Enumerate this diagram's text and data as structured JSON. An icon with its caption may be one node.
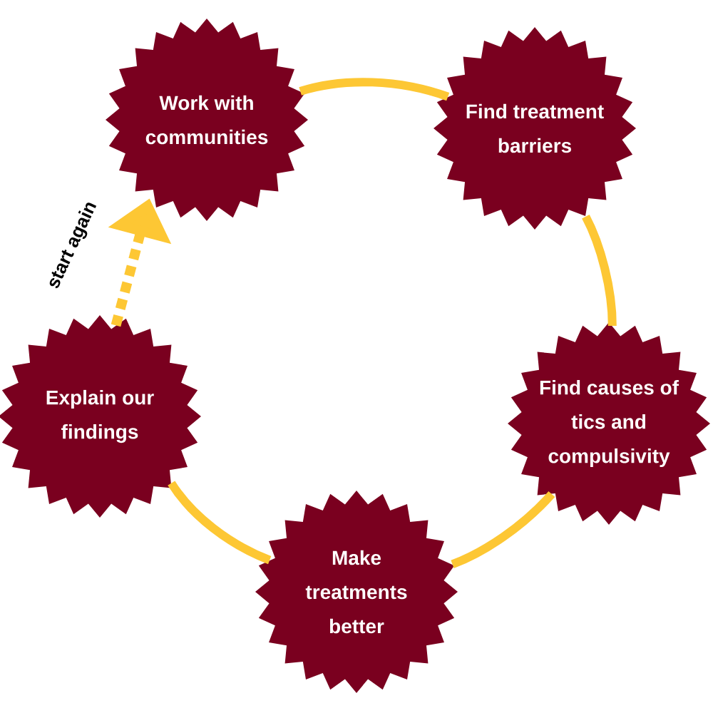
{
  "diagram": {
    "nodes": [
      {
        "text": [
          "Work with communities"
        ]
      },
      {
        "text": [
          "Find treatment barriers"
        ]
      },
      {
        "text": [
          "Find causes of tics and compulsivity"
        ]
      },
      {
        "text": [
          "Make treatments better"
        ]
      },
      {
        "text": [
          "Explain our findings"
        ]
      }
    ],
    "edges": [
      {
        "from": 0,
        "to": 1,
        "arrow": "none"
      },
      {
        "from": 1,
        "to": 2,
        "arrow": "none"
      },
      {
        "from": 2,
        "to": 3,
        "arrow": "none"
      },
      {
        "from": 3,
        "to": 4,
        "arrow": "none"
      },
      {
        "from": 4,
        "to": 0,
        "arrow": "to",
        "label": "start again",
        "style": "dashed"
      }
    ]
  }
}
